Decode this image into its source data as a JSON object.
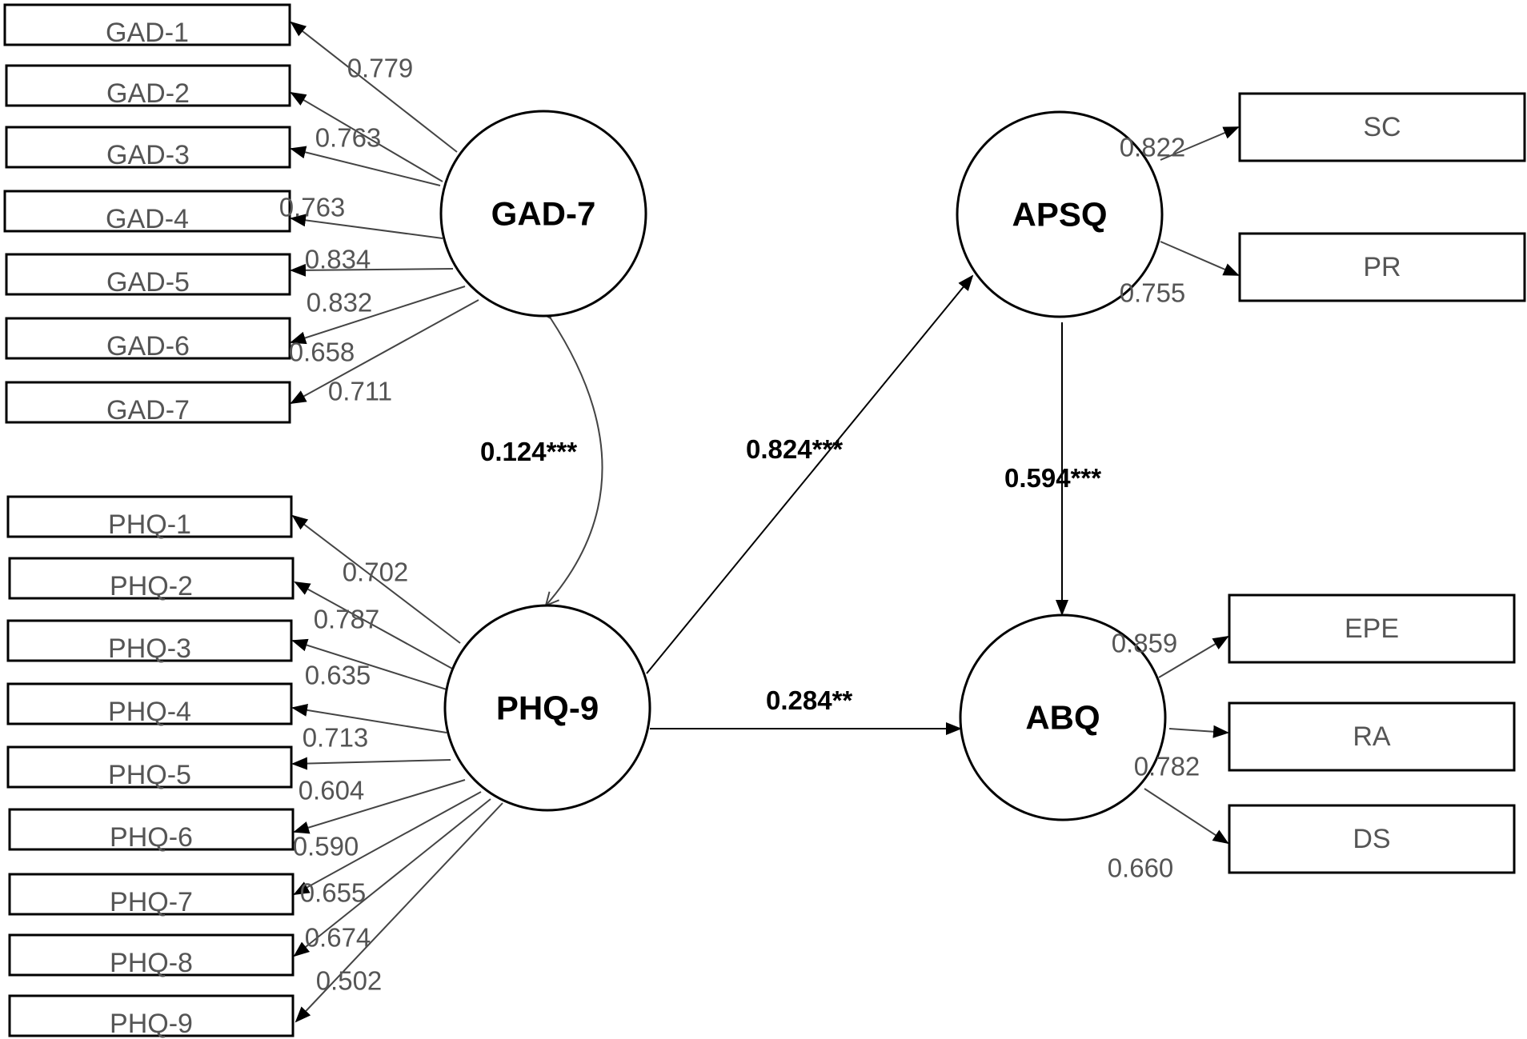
{
  "latents": {
    "gad7": "GAD-7",
    "phq9": "PHQ-9",
    "apsq": "APSQ",
    "abq": "ABQ"
  },
  "gad_items": [
    {
      "label": "GAD-1",
      "loading": "0.779"
    },
    {
      "label": "GAD-2",
      "loading": "0.763"
    },
    {
      "label": "GAD-3",
      "loading": "0.763"
    },
    {
      "label": "GAD-4",
      "loading": "0.834"
    },
    {
      "label": "GAD-5",
      "loading": "0.832"
    },
    {
      "label": "GAD-6",
      "loading": "0.658"
    },
    {
      "label": "GAD-7",
      "loading": "0.711"
    }
  ],
  "phq_items": [
    {
      "label": "PHQ-1",
      "loading": "0.702"
    },
    {
      "label": "PHQ-2",
      "loading": "0.787"
    },
    {
      "label": "PHQ-3",
      "loading": "0.635"
    },
    {
      "label": "PHQ-4",
      "loading": "0.713"
    },
    {
      "label": "PHQ-5",
      "loading": "0.604"
    },
    {
      "label": "PHQ-6",
      "loading": "0.590"
    },
    {
      "label": "PHQ-7",
      "loading": "0.655"
    },
    {
      "label": "PHQ-8",
      "loading": "0.674"
    },
    {
      "label": "PHQ-9",
      "loading": "0.502"
    }
  ],
  "apsq_items": [
    {
      "label": "SC",
      "loading": "0.822"
    },
    {
      "label": "PR",
      "loading": "0.755"
    }
  ],
  "abq_items": [
    {
      "label": "EPE",
      "loading": "0.859"
    },
    {
      "label": "RA",
      "loading": "0.782"
    },
    {
      "label": "DS",
      "loading": "0.660"
    }
  ],
  "paths": {
    "gad_phq": {
      "coef": "0.124",
      "sig": "***"
    },
    "phq_apsq": {
      "coef": "0.824",
      "sig": "***"
    },
    "apsq_abq": {
      "coef": "0.594",
      "sig": "***"
    },
    "phq_abq": {
      "coef": "0.284",
      "sig": "**"
    }
  }
}
